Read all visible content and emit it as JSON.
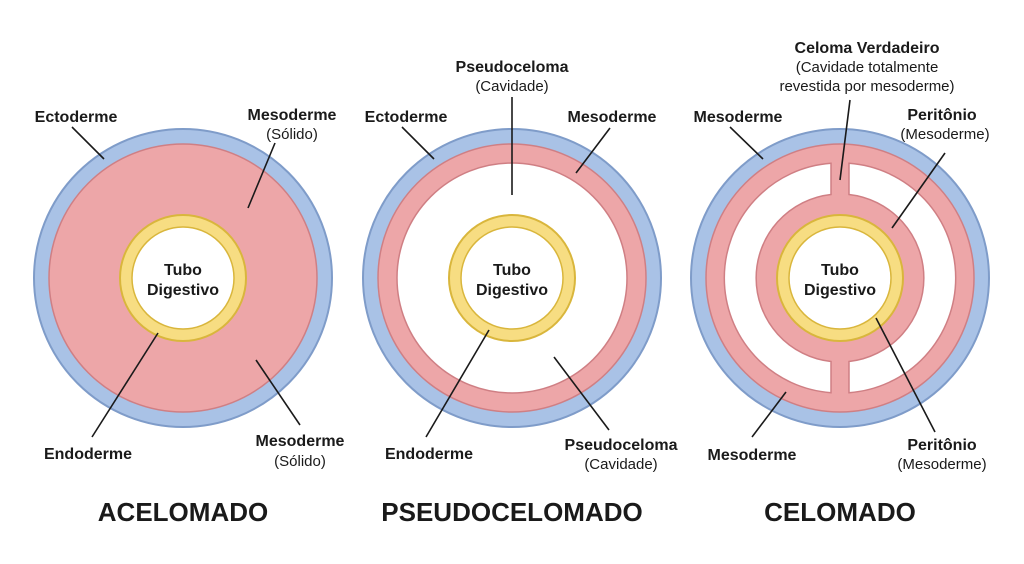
{
  "colors": {
    "ectoderm": "#a9c2e6",
    "ectoderm_stroke": "#7f9cc9",
    "mesoderm": "#eda6a8",
    "mesoderm_stroke": "#cf7f84",
    "endoderm": "#f7dd82",
    "endoderm_stroke": "#d9b63c",
    "cavity": "#ffffff",
    "text": "#1a1a1a"
  },
  "panels": [
    {
      "title": "ACELOMADO",
      "tube": [
        "Tubo",
        "Digestivo"
      ],
      "labels": {
        "ectoderm": "Ectoderme",
        "mesoderm_top": "Mesoderme",
        "mesoderm_top_sub": "(Sólido)",
        "endoderm": "Endoderme",
        "mesoderm_bottom": "Mesoderme",
        "mesoderm_bottom_sub": "(Sólido)"
      }
    },
    {
      "title": "PSEUDOCELOMADO",
      "tube": [
        "Tubo",
        "Digestivo"
      ],
      "labels": {
        "pseudocoel_top": "Pseudoceloma",
        "pseudocoel_top_sub": "(Cavidade)",
        "ectoderm": "Ectoderme",
        "mesoderm": "Mesoderme",
        "endoderm": "Endoderme",
        "pseudocoel_bottom": "Pseudoceloma",
        "pseudocoel_bottom_sub": "(Cavidade)"
      }
    },
    {
      "title": "CELOMADO",
      "tube": [
        "Tubo",
        "Digestivo"
      ],
      "labels": {
        "coelom": "Celoma Verdadeiro",
        "coelom_sub1": "(Cavidade totalmente",
        "coelom_sub2": "revestida por mesoderme)",
        "mesoderm_top": "Mesoderme",
        "peritoneum_top": "Peritônio",
        "peritoneum_top_sub": "(Mesoderme)",
        "mesoderm_bottom": "Mesoderme",
        "peritoneum_bottom": "Peritônio",
        "peritoneum_bottom_sub": "(Mesoderme)"
      }
    }
  ]
}
